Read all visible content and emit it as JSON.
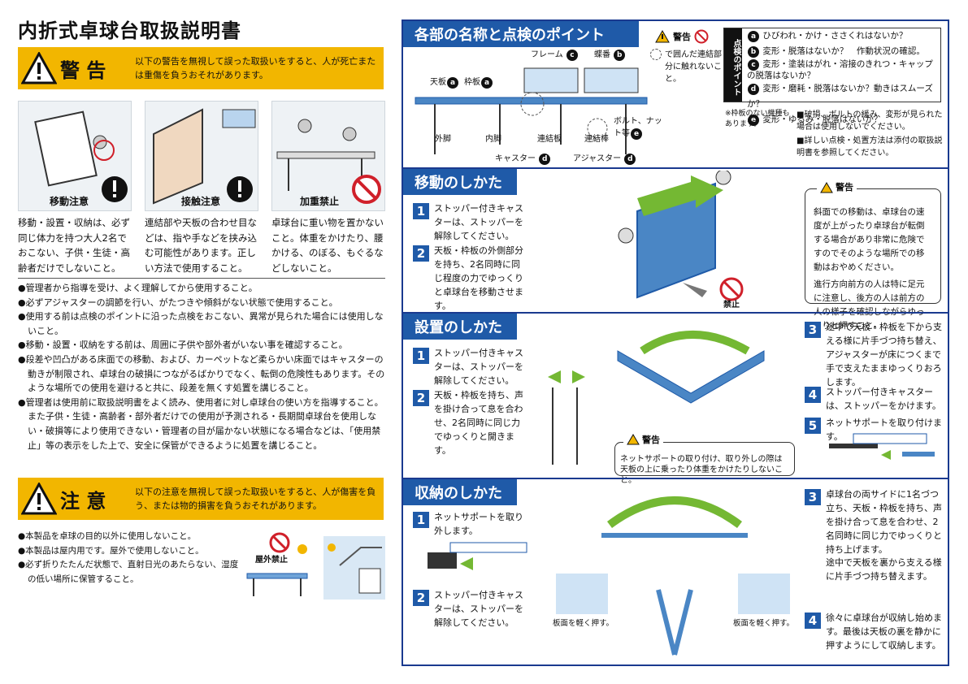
{
  "title": "内折式卓球台取扱説明書",
  "warning_band": {
    "word": "警 告",
    "desc": "以下の警告を無視して誤った取扱いをすると、人が死亡または重傷を負うおそれがあります。"
  },
  "warning_items": [
    {
      "caption": "移動注意",
      "text": "移動・設置・収納は、必ず同じ体力を持つ大人2名でおこない、子供・生徒・高齢者だけでしないこと。"
    },
    {
      "caption": "接触注意",
      "text": "連結部や天板の合わせ目などは、指や手などを挟み込む可能性があります。正しい方法で使用すること。"
    },
    {
      "caption": "加重禁止",
      "text": "卓球台に重い物を置かないこと。体重をかけたり、腰かける、のぼる、もぐるなどしないこと。"
    }
  ],
  "bullets": [
    "●管理者から指導を受け、よく理解してから使用すること。",
    "●必ずアジャスターの調節を行い、がたつきや傾斜がない状態で使用すること。",
    "●使用する前は点検のポイントに沿った点検をおこない、異常が見られた場合には使用しないこと。",
    "●移動・設置・収納をする前は、周囲に子供や部外者がいない事を確認すること。",
    "●段差や凹凸がある床面での移動、および、カーペットなど柔らかい床面ではキャスターの動きが制限され、卓球台の破損につながるばかりでなく、転倒の危険性もあります。そのような場所での使用を避けると共に、段差を無くす処置を講じること。",
    "●管理者は使用前に取扱説明書をよく読み、使用者に対し卓球台の使い方を指導すること。また子供・生徒・高齢者・部外者だけでの使用が予測される・長期間卓球台を使用しない・破損等により使用できない・管理者の目が届かない状態になる場合などは、「使用禁止」等の表示をした上で、安全に保管ができるように処置を講じること。"
  ],
  "caution_band": {
    "word": "注 意",
    "desc": "以下の注意を無視して誤った取扱いをすると、人が傷害を負う、または物的損害を負うおそれがあります。"
  },
  "caution_bullets": [
    "●本製品を卓球の目的以外に使用しないこと。",
    "●本製品は屋内用です。屋外で使用しないこと。",
    "●必ず折りたたんだ状態で、直射日光のあたらない、湿度の低い場所に保管すること。"
  ],
  "outdoor_ban": "屋外禁止",
  "parts": {
    "header": "各部の名称と点検のポイント",
    "warn_label": "警告",
    "warn_note": "で囲んだ連結部分に触れないこと。",
    "labels": {
      "frame": "フレーム",
      "hinge": "蝶番",
      "top": "天板",
      "edge": "枠板",
      "bolt": "ボルト、ナット等",
      "outer_leg": "外脚",
      "inner_leg": "内脚",
      "link_plate": "連結板",
      "link_rod": "連結棒",
      "caster": "キャスター",
      "adjuster": "アジャスター"
    },
    "check_title": "点検のポイント",
    "checks": [
      {
        "k": "a",
        "t": "ひびわれ・かけ・ささくれはないか？"
      },
      {
        "k": "b",
        "t": "変形・脱落はないか？　作動状況の確認。"
      },
      {
        "k": "c",
        "t": "変形・塗装はがれ・溶接のきれつ・キャップの脱落はないか？"
      },
      {
        "k": "d",
        "t": "変形・磨耗・脱落はないか？動きはスムーズか？"
      },
      {
        "k": "e",
        "t": "変形・ゆるみ・脱落はないか？"
      }
    ],
    "no_edge_note": "※枠板のない機種もあります。",
    "note1": "■破損、ボルトの緩み、変形が見られた場合は使用しないでください。",
    "note2": "■詳しい点検・処置方法は添付の取扱説明書を参照してください。"
  },
  "move": {
    "header": "移動のしかた",
    "steps": [
      {
        "n": "1",
        "t": "ストッパー付きキャスターは、ストッパーを解除してください。"
      },
      {
        "n": "2",
        "t": "天板・枠板の外側部分を持ち、2名同時に同じ程度の力でゆっくりと卓球台を移動させます。"
      }
    ],
    "ban": "禁止",
    "warn_label": "警告",
    "warn1": "斜面での移動は、卓球台の速度が上がったり卓球台が転倒する場合があり非常に危険ですのでそのような場所での移動はおやめください。",
    "warn2": "進行方向前方の人は特に足元に注意し、後方の人は前方の人の様子を確認しながらゆっくりと押すこと。"
  },
  "setup": {
    "header": "設置のしかた",
    "steps_left": [
      {
        "n": "1",
        "t": "ストッパー付きキャスターは、ストッパーを解除してください。"
      },
      {
        "n": "2",
        "t": "天板・枠板を持ち、声を掛け合って息を合わせ、2名同時に同じ力でゆっくりと開きます。"
      }
    ],
    "steps_right": [
      {
        "n": "3",
        "t": "途中で天板・枠板を下から支える様に片手づつ持ち替え、アジャスターが床につくまで手で支えたままゆっくりおろします。"
      },
      {
        "n": "4",
        "t": "ストッパー付きキャスターは、ストッパーをかけます。"
      },
      {
        "n": "5",
        "t": "ネットサポートを取り付けます。"
      }
    ],
    "warn_label": "警告",
    "warn": "ネットサポートの取り付け、取り外しの際は天板の上に乗ったり体重をかけたりしないこと。"
  },
  "storage": {
    "header": "収納のしかた",
    "steps_left": [
      {
        "n": "1",
        "t": "ネットサポートを取り外します。"
      },
      {
        "n": "2",
        "t": "ストッパー付きキャスターは、ストッパーを解除してください。"
      }
    ],
    "steps_right": [
      {
        "n": "3",
        "t": "卓球台の両サイドに1名づつ立ち、天板・枠板を持ち、声を掛け合って息を合わせ、2名同時に同じ力でゆっくりと持ち上げます。"
      },
      {
        "n": "",
        "t": "途中で天板を裏から支える様に片手づつ持ち替えます。"
      },
      {
        "n": "4",
        "t": "徐々に卓球台が収納し始めます。最後は天板の裏を静かに押すようにして収納します。"
      }
    ],
    "push_note": "板面を軽く押す。"
  },
  "colors": {
    "yellow": "#f2b600",
    "blue": "#1f5aa8",
    "navy": "#1a3a8f",
    "red": "#d0202a"
  }
}
